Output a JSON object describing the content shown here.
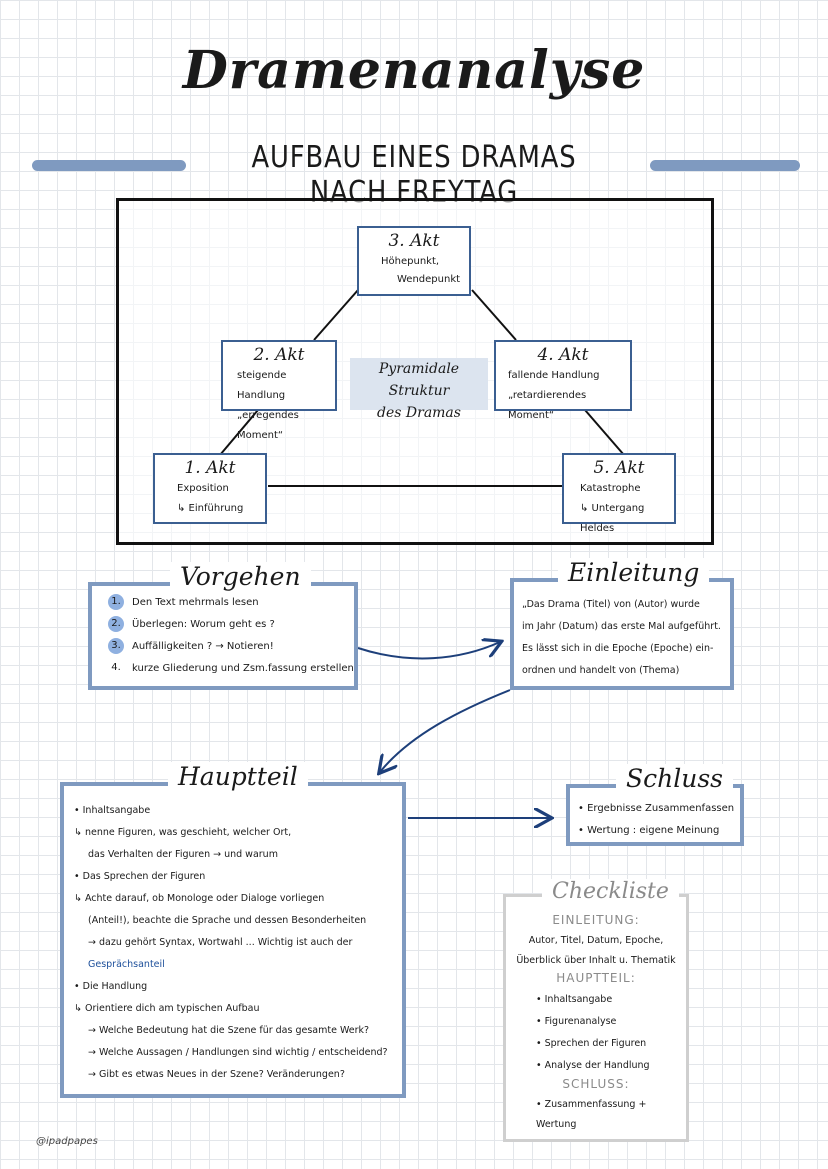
{
  "title": "Dramenanalyse",
  "subtitle": "AUFBAU EINES DRAMAS NACH FREYTAG",
  "pyramid": {
    "center": [
      "Pyramidale Struktur",
      "des Dramas"
    ],
    "akt1": {
      "head": "1. Akt",
      "lines": [
        "Exposition",
        "↳ Einführung"
      ]
    },
    "akt2": {
      "head": "2. Akt",
      "lines": [
        "steigende Handlung",
        "„erregendes Moment“"
      ]
    },
    "akt3": {
      "head": "3. Akt",
      "lines": [
        "Höhepunkt,",
        "Wendepunkt"
      ]
    },
    "akt4": {
      "head": "4. Akt",
      "lines": [
        "fallende Handlung",
        "„retardierendes Moment“"
      ]
    },
    "akt5": {
      "head": "5. Akt",
      "lines": [
        "Katastrophe",
        "↳ Untergang Heldes"
      ]
    }
  },
  "vorgehen": {
    "head": "Vorgehen",
    "items": [
      {
        "num": "1.",
        "text": "Den Text mehrmals lesen"
      },
      {
        "num": "2.",
        "text": "Überlegen: Worum geht es ?"
      },
      {
        "num": "3.",
        "text": "Auffälligkeiten ? → Notieren!"
      },
      {
        "num": "4.",
        "text": "kurze Gliederung und Zsm.fassung erstellen"
      }
    ]
  },
  "einleitung": {
    "head": "Einleitung",
    "lines": [
      "„Das Drama (Titel) von (Autor) wurde",
      "im Jahr (Datum) das erste Mal aufgeführt.",
      "Es lässt sich in die Epoche (Epoche) ein-",
      "ordnen und handelt von (Thema)"
    ]
  },
  "hauptteil": {
    "head": "Hauptteil",
    "lines": [
      "• Inhaltsangabe",
      "↳ nenne Figuren, was geschieht, welcher Ort,",
      "das Verhalten der Figuren → und warum",
      "• Das Sprechen der Figuren",
      "↳ Achte darauf, ob Monologe oder Dialoge vorliegen",
      "(Anteil!), beachte die Sprache und dessen Besonderheiten",
      "→ dazu gehört Syntax, Wortwahl ... Wichtig ist auch der",
      "Gesprächsanteil",
      "• Die Handlung",
      "↳ Orientiere dich am typischen Aufbau",
      "→ Welche Bedeutung hat die Szene für das gesamte Werk?",
      "→ Welche Aussagen / Handlungen sind wichtig / entscheidend?",
      "→ Gibt es etwas Neues in der Szene? Veränderungen?"
    ]
  },
  "schluss": {
    "head": "Schluss",
    "lines": [
      "• Ergebnisse Zusammenfassen",
      "• Wertung : eigene Meinung"
    ]
  },
  "checkliste": {
    "head": "Checkliste",
    "einleitung_label": "EINLEITUNG:",
    "einleitung_lines": [
      "Autor, Titel, Datum, Epoche,",
      "Überblick über Inhalt u. Thematik"
    ],
    "hauptteil_label": "HAUPTTEIL:",
    "hauptteil_lines": [
      "• Inhaltsangabe",
      "• Figurenanalyse",
      "• Sprechen der Figuren",
      "• Analyse der Handlung"
    ],
    "schluss_label": "SCHLUSS:",
    "schluss_lines": [
      "• Zusammenfassung + Wertung"
    ]
  },
  "signature": "@ipadpapes",
  "colors": {
    "accent": "#7f9ac0",
    "box_border": "#3b5f91",
    "highlight": "#1d4f9a"
  }
}
